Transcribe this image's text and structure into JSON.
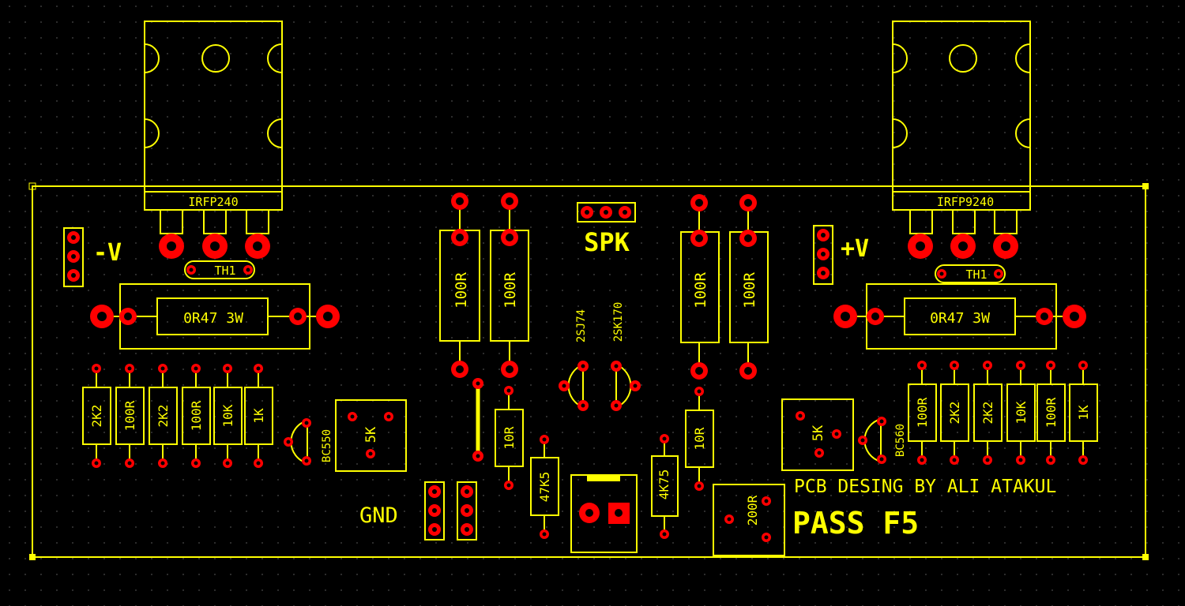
{
  "colors": {
    "background": "#000000",
    "silkscreen": "#ffff00",
    "pads": "#ff0000",
    "grid": "#3a3a3a"
  },
  "transistors": {
    "left": "IRFP240",
    "right": "IRFP9240"
  },
  "thermistors": {
    "left": "TH1",
    "right": "TH1"
  },
  "power_resistors": {
    "left": "0R47 3W",
    "right": "0R47 3W"
  },
  "connectors": {
    "neg": "-V",
    "pos": "+V",
    "spk": "SPK",
    "gnd": "GND"
  },
  "center_resistors": [
    "100R",
    "100R",
    "100R",
    "100R"
  ],
  "jfets": [
    "2SJ74",
    "2SK170"
  ],
  "left_resistors": [
    "2K2",
    "100R",
    "2K2",
    "100R",
    "10K",
    "1K"
  ],
  "right_resistors": [
    "100R",
    "2K2",
    "2K2",
    "10K",
    "100R",
    "1K"
  ],
  "bjts": {
    "left": "BC550",
    "right": "BC560"
  },
  "trimmers": {
    "left": "5K",
    "right": "5K",
    "bottom": "200R"
  },
  "small_resistors": {
    "left_10r": "10R",
    "right_10r": "10R",
    "r47k5": "47K5",
    "r4k75": "4K75"
  },
  "credits": {
    "designer": "PCB DESING BY ALI ATAKUL",
    "project": "PASS F5"
  }
}
